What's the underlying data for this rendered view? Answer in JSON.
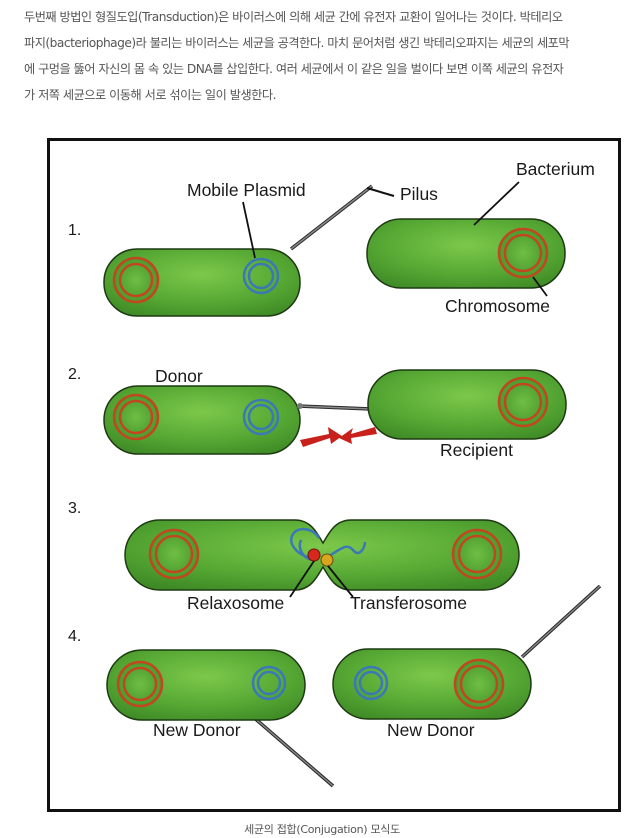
{
  "intro": {
    "lines": [
      " 두번째 방법인 형질도입(Transduction)은 바이러스에 의해 세균 간에 유전자 교환이 일어나는 것이다. 박테리오",
      "파지(bacteriophage)라 불리는 바이러스는 세균을 공격한다. 마치 문어처럼 생긴 박테리오파지는 세균의 세포막",
      "에 구멍을 뚫어 자신의 몸 속 있는 DNA를 삽입한다. 여러 세균에서 이 같은 일을 벌이다 보면 이쪽 세균의 유전자",
      "가 저쪽 세균으로 이동해 서로 섞이는 일이 발생한다."
    ]
  },
  "figure": {
    "steps": [
      "1.",
      "2.",
      "3.",
      "4."
    ],
    "labels": {
      "mobile_plasmid": "Mobile Plasmid",
      "pilus": "Pilus",
      "bacterium": "Bacterium",
      "chromosome": "Chromosome",
      "donor": "Donor",
      "recipient": "Recipient",
      "relaxosome": "Relaxosome",
      "transferosome": "Transferosome",
      "new_donor_left": "New Donor",
      "new_donor_right": "New Donor"
    },
    "colors": {
      "cell_fill": "#5cb138",
      "cell_outline": "#1d3a12",
      "chromosome": "#c2461f",
      "plasmid": "#3a78b8",
      "arrows": "#c8211c",
      "relaxosome": "#d8281c",
      "transferosome": "#d9a51c"
    }
  },
  "caption": "세균의 접합(Conjugation) 모식도"
}
